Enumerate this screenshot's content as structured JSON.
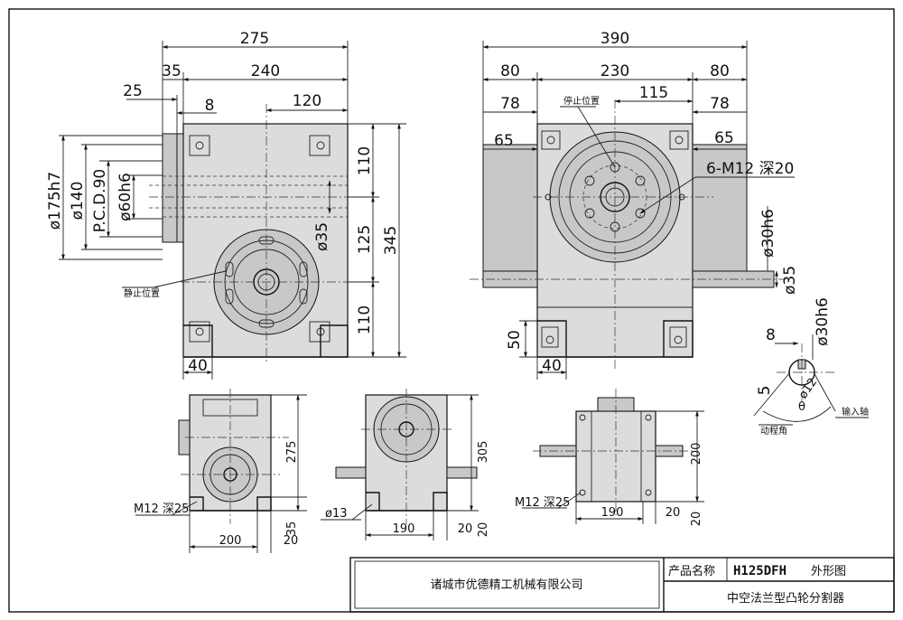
{
  "top_left_view": {
    "dims": {
      "w275": "275",
      "w240": "240",
      "w35": "35",
      "w25": "25",
      "w8": "8",
      "w120": "120",
      "h110a": "110",
      "h125": "125",
      "h345": "345",
      "h110b": "110",
      "d35": "ø35",
      "d175": "ø175h7",
      "d140": "ø140",
      "pcd": "P.C.D.90",
      "d60": "ø60h6",
      "w40": "40"
    },
    "labels": {
      "stop": "静止位置"
    }
  },
  "top_right_view": {
    "dims": {
      "w390": "390",
      "w80a": "80",
      "w230": "230",
      "w80b": "80",
      "w78a": "78",
      "w115": "115",
      "w78b": "78",
      "w65a": "65",
      "w65b": "65",
      "thread": "6-M12 深20",
      "d30": "ø30h6",
      "d35": "ø35",
      "h50": "50",
      "w40": "40"
    },
    "labels": {
      "stop": "停止位置"
    }
  },
  "shaft_detail": {
    "dims": {
      "w8": "8",
      "h5": "5",
      "d30": "ø30h6",
      "d12": "ø12",
      "theta": "θ"
    },
    "labels": {
      "drive_angle": "动程角",
      "input_shaft": "输入轴"
    }
  },
  "small_view_1": {
    "dims": {
      "h275": "275",
      "thread": "M12 深25",
      "h35": "35",
      "w200": "200",
      "w20": "20"
    }
  },
  "small_view_2": {
    "dims": {
      "h305": "305",
      "d13": "ø13",
      "w190": "190",
      "w20a": "20",
      "h20": "20"
    }
  },
  "small_view_3": {
    "dims": {
      "h200": "200",
      "thread": "M12 深25",
      "w190": "190",
      "w20": "20",
      "h20": "20"
    }
  },
  "title_block": {
    "company": "诸城市优德精工机械有限公司",
    "name_label": "产品名称",
    "model": "H125DFH",
    "view_name": "外形图",
    "product": "中空法兰型凸轮分割器"
  }
}
